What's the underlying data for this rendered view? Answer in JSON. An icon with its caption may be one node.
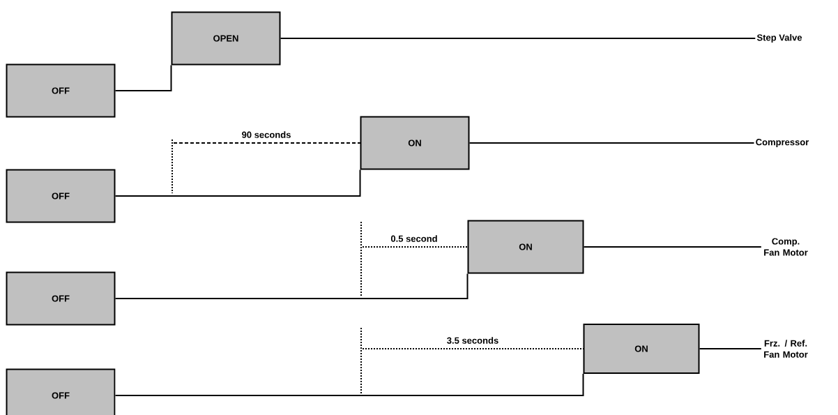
{
  "diagram": {
    "nodes": [
      {
        "text": [
          "OFF"
        ]
      },
      {
        "text": [
          "OPEN"
        ]
      },
      {
        "text": [
          "Step Valve"
        ]
      },
      {
        "text": [
          "OFF"
        ]
      },
      {
        "text": [
          "ON"
        ]
      },
      {
        "text": [
          "Compressor"
        ]
      },
      {
        "text": [
          "OFF"
        ]
      },
      {
        "text": [
          "ON"
        ]
      },
      {
        "text": [
          "Comp. Fan Motor"
        ]
      },
      {
        "text": [
          "OFF"
        ]
      },
      {
        "text": [
          "ON"
        ]
      },
      {
        "text": [
          "Frz. / Ref. Fan Motor"
        ]
      }
    ],
    "edges": [
      {
        "from": 0,
        "to": 1,
        "arrow": "none"
      },
      {
        "from": 1,
        "to": 2,
        "arrow": "none"
      },
      {
        "from": 3,
        "to": 4,
        "arrow": "none"
      },
      {
        "from": 4,
        "to": 5,
        "arrow": "none"
      },
      {
        "from": 6,
        "to": 7,
        "arrow": "none"
      },
      {
        "from": 7,
        "to": 8,
        "arrow": "none"
      },
      {
        "from": 9,
        "to": 10,
        "arrow": "none"
      },
      {
        "from": 10,
        "to": 11,
        "arrow": "none"
      }
    ],
    "labels": [
      "90 seconds",
      "0.5 second",
      "3.5 seconds"
    ]
  }
}
